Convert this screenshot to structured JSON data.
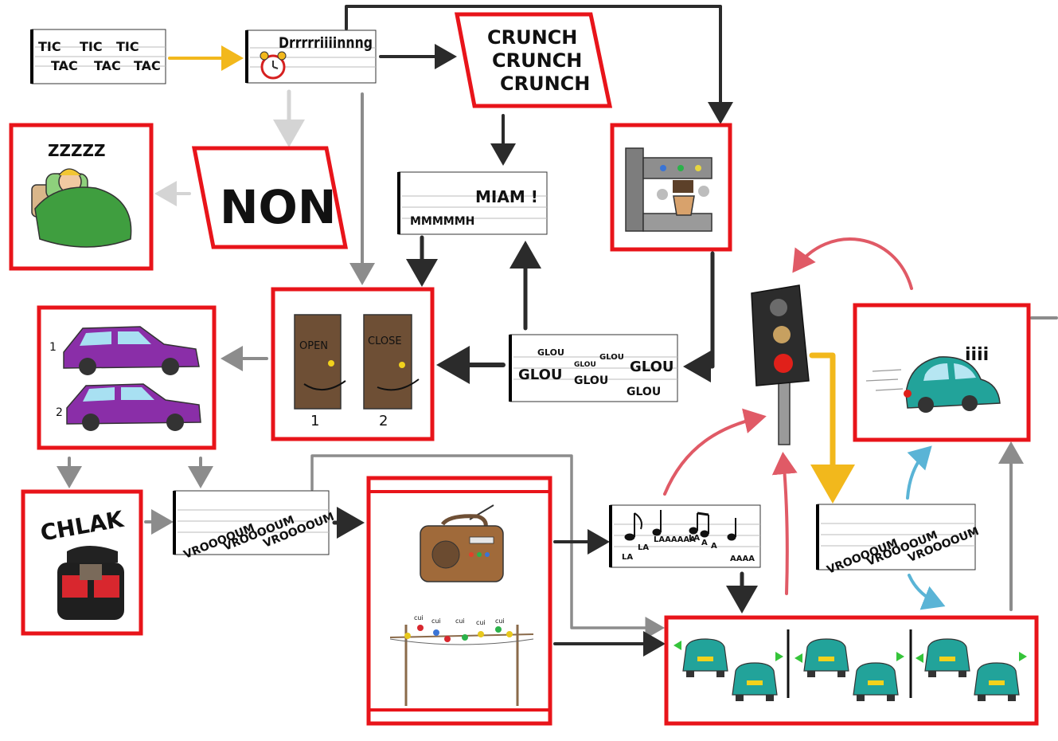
{
  "sounds": {
    "tic": [
      "TIC",
      "TIC",
      "TIC"
    ],
    "tac": [
      "TAC",
      "TAC",
      "TAC"
    ],
    "alarm": "Drrrrriiiinnng",
    "crunch": [
      "CRUNCH",
      "CRUNCH",
      "CRUNCH"
    ],
    "non": "NON",
    "zzz": "ZZZZZ",
    "miam": "MIAM !",
    "mmm": "MMMMMH",
    "glou": [
      "GLOU",
      "GLOU",
      "GLOU",
      "GLOU",
      "GLOU",
      "GLOU",
      "GLOU"
    ],
    "chlak": "CHLAK",
    "vroum": [
      "VROOOOUM",
      "VROOOOUM",
      "VROOOOUM"
    ],
    "vroum2": [
      "VROOOOUM",
      "VROOOOUM",
      "VROOOOUM"
    ],
    "la": [
      "LA",
      "LA",
      "LAAAAAA",
      "LA",
      "A",
      "A",
      "AAAA"
    ],
    "cui": [
      "cui",
      "cui",
      "cui",
      "cui",
      "cui"
    ],
    "iii": "iiii"
  },
  "doors": {
    "open": "OPEN",
    "close": "CLOSE",
    "step1": "1",
    "step2": "2"
  },
  "car_steps": {
    "step1": "1",
    "step2": "2"
  },
  "colors": {
    "frame_red": "#e8141a",
    "arrow_dark": "#2b2b2b",
    "arrow_gray": "#8c8c8c",
    "arrow_light": "#d4d4d4",
    "arrow_yellow": "#f2b81c",
    "arrow_pink": "#e05a66",
    "arrow_blue": "#5ab4d6",
    "car_purple": "#8a2ea8",
    "car_teal": "#22a39a",
    "door_brown": "#6e4f35"
  }
}
